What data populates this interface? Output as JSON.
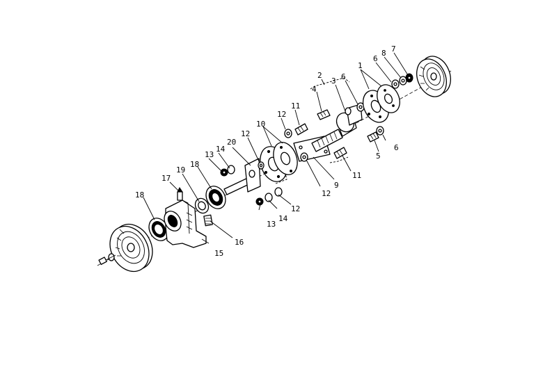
{
  "callouts": [
    {
      "id": "c1",
      "label": "1"
    },
    {
      "id": "c2",
      "label": "2"
    },
    {
      "id": "c3",
      "label": "3"
    },
    {
      "id": "c4",
      "label": "4"
    },
    {
      "id": "c5",
      "label": "5"
    },
    {
      "id": "c6a",
      "label": "6"
    },
    {
      "id": "c6b",
      "label": "6"
    },
    {
      "id": "c6c",
      "label": "6"
    },
    {
      "id": "c7",
      "label": "7"
    },
    {
      "id": "c8",
      "label": "8"
    },
    {
      "id": "c9",
      "label": "9"
    },
    {
      "id": "c10",
      "label": "10"
    },
    {
      "id": "c11a",
      "label": "11"
    },
    {
      "id": "c11b",
      "label": "11"
    },
    {
      "id": "c12a",
      "label": "12"
    },
    {
      "id": "c12b",
      "label": "12"
    },
    {
      "id": "c12c",
      "label": "12"
    },
    {
      "id": "c12d",
      "label": "12"
    },
    {
      "id": "c13a",
      "label": "13"
    },
    {
      "id": "c13b",
      "label": "13"
    },
    {
      "id": "c14a",
      "label": "14"
    },
    {
      "id": "c14b",
      "label": "14"
    },
    {
      "id": "c15",
      "label": "15"
    },
    {
      "id": "c16",
      "label": "16"
    },
    {
      "id": "c17",
      "label": "17"
    },
    {
      "id": "c18a",
      "label": "18"
    },
    {
      "id": "c18b",
      "label": "18"
    },
    {
      "id": "c19",
      "label": "19"
    },
    {
      "id": "c20",
      "label": "20"
    }
  ]
}
